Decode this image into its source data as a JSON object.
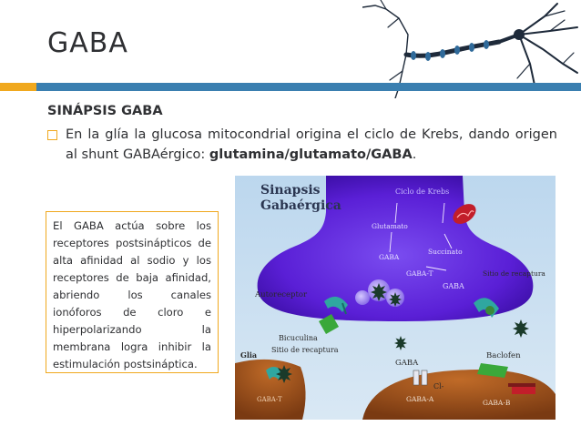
{
  "slide": {
    "title": "GABA",
    "subtitle": "SINÁPSIS GABA",
    "bullet": {
      "text_before": "En la glía la glucosa mitocondrial origina el ciclo de Krebs, dando origen al shunt GABAérgico: ",
      "bold_1": "glutamina",
      "sep_1": "/",
      "bold_2": "glutamato",
      "sep_2": "/",
      "bold_3": "GABA",
      "text_after": "."
    },
    "textbox": "El GABA actúa sobre los receptores postsinápticos de alta afinidad al sodio y los receptores de baja afinidad, abriendo los canales ionóforos de cloro e hiperpolarizando la membrana logra inhibir la estimulación postsináptica."
  },
  "diagram": {
    "title_line1": "Sinapsis",
    "title_line2": "Gabaérgica",
    "labels": {
      "ciclo_krebs": "Ciclo de Krebs",
      "glutamato": "Glutamato",
      "succinato": "Succinato",
      "gaba_top": "GABA",
      "gaba_t_top": "GABA-T",
      "sitio_recaptura_right": "Sitio de recaptura",
      "gaba_mid": "GABA",
      "autoreceptor": "Autoreceptor",
      "bicuculina": "Bicuculina",
      "glia": "Glia",
      "sitio_recaptura_left": "Sitio de recaptura",
      "gaba_bottom": "GABA",
      "baclofen": "Baclofen",
      "cl": "Cl-",
      "gaba_t_bottom": "GABA-T",
      "gaba_a": "GABA-A",
      "gaba_b": "GABA-B"
    }
  },
  "colors": {
    "accent_orange": "#f0a81e",
    "accent_blue": "#3a7fb0",
    "text": "#2f3033",
    "terminal_purple": "#5a1fd6"
  }
}
